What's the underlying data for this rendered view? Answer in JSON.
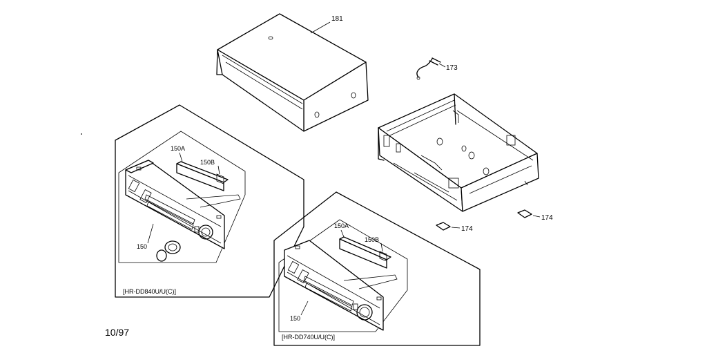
{
  "labels": {
    "top_cover": "181",
    "cable": "173",
    "foot_right": "174",
    "foot_left": "174",
    "bracket_a_840": "150A",
    "bracket_b_840": "150B",
    "panel_840": "150",
    "bracket_a_740": "150A",
    "bracket_b_740": "150B",
    "panel_740": "150"
  },
  "models": {
    "model_840": "[HR-DD840U/U(C)]",
    "model_740": "[HR-DD740U/U(C)]"
  },
  "footer": {
    "date": "10/97"
  }
}
